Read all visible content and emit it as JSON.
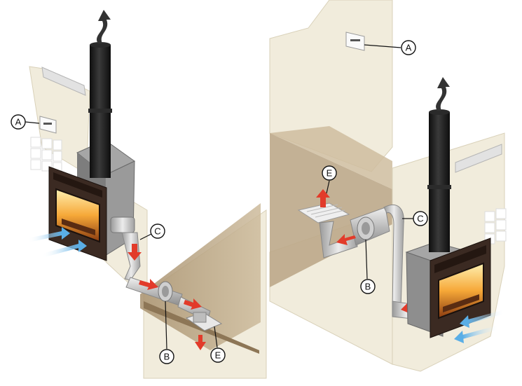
{
  "callouts": {
    "left": [
      {
        "letter": "A"
      },
      {
        "letter": "B"
      },
      {
        "letter": "C"
      },
      {
        "letter": "E"
      }
    ],
    "right": [
      {
        "letter": "A"
      },
      {
        "letter": "B"
      },
      {
        "letter": "C"
      },
      {
        "letter": "E"
      }
    ]
  },
  "colors": {
    "background": "#ffffff",
    "wall": "#f1ecdc",
    "wall_edge": "#d8d0b8",
    "floor_beam": "#bda88a",
    "stove_body": "#8f8f8f",
    "fireplace_face": "#3b2a22",
    "fire": "#f0a030",
    "chimney": "#1c1c1c",
    "duct": "#c9c9c9",
    "arrow_red": "#e23b2a",
    "arrow_blue": "#6cb6e6",
    "callout_ring": "#111111"
  },
  "icons": [
    "smoke-arrow-icon",
    "warm-air-arrow-icon",
    "cold-air-arrow-icon",
    "thermostat-icon",
    "floor-register-icon"
  ]
}
